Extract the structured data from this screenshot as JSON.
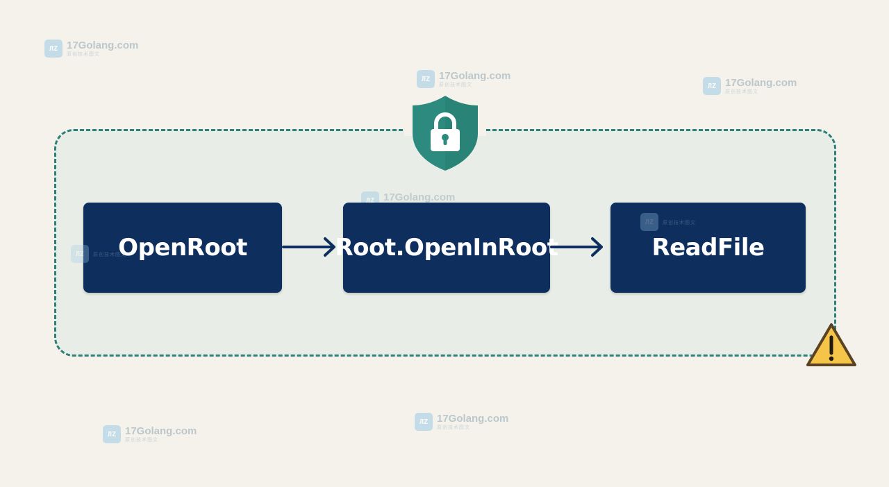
{
  "diagram": {
    "nodes": [
      {
        "id": "openroot",
        "label": "OpenRoot"
      },
      {
        "id": "openinroot",
        "label": "Root.OpenInRoot"
      },
      {
        "id": "readfile",
        "label": "ReadFile"
      }
    ],
    "edges": [
      {
        "from": "openroot",
        "to": "openinroot"
      },
      {
        "from": "openinroot",
        "to": "readfile"
      }
    ],
    "icons": {
      "boundary_badge": "shield-lock-icon",
      "alert": "warning-icon"
    },
    "colors": {
      "node_fill": "#0e2f5e",
      "node_text": "#ffffff",
      "boundary_stroke": "#2e7f78",
      "shield_fill": "#2d8a7e",
      "warning_fill": "#f5c54a",
      "arrow": "#0e2f5e",
      "background": "#f4f2eb"
    }
  },
  "watermark": {
    "title": "17Golang.com",
    "subtitle": "原创技术图文",
    "logo_text": "ЛZ"
  }
}
